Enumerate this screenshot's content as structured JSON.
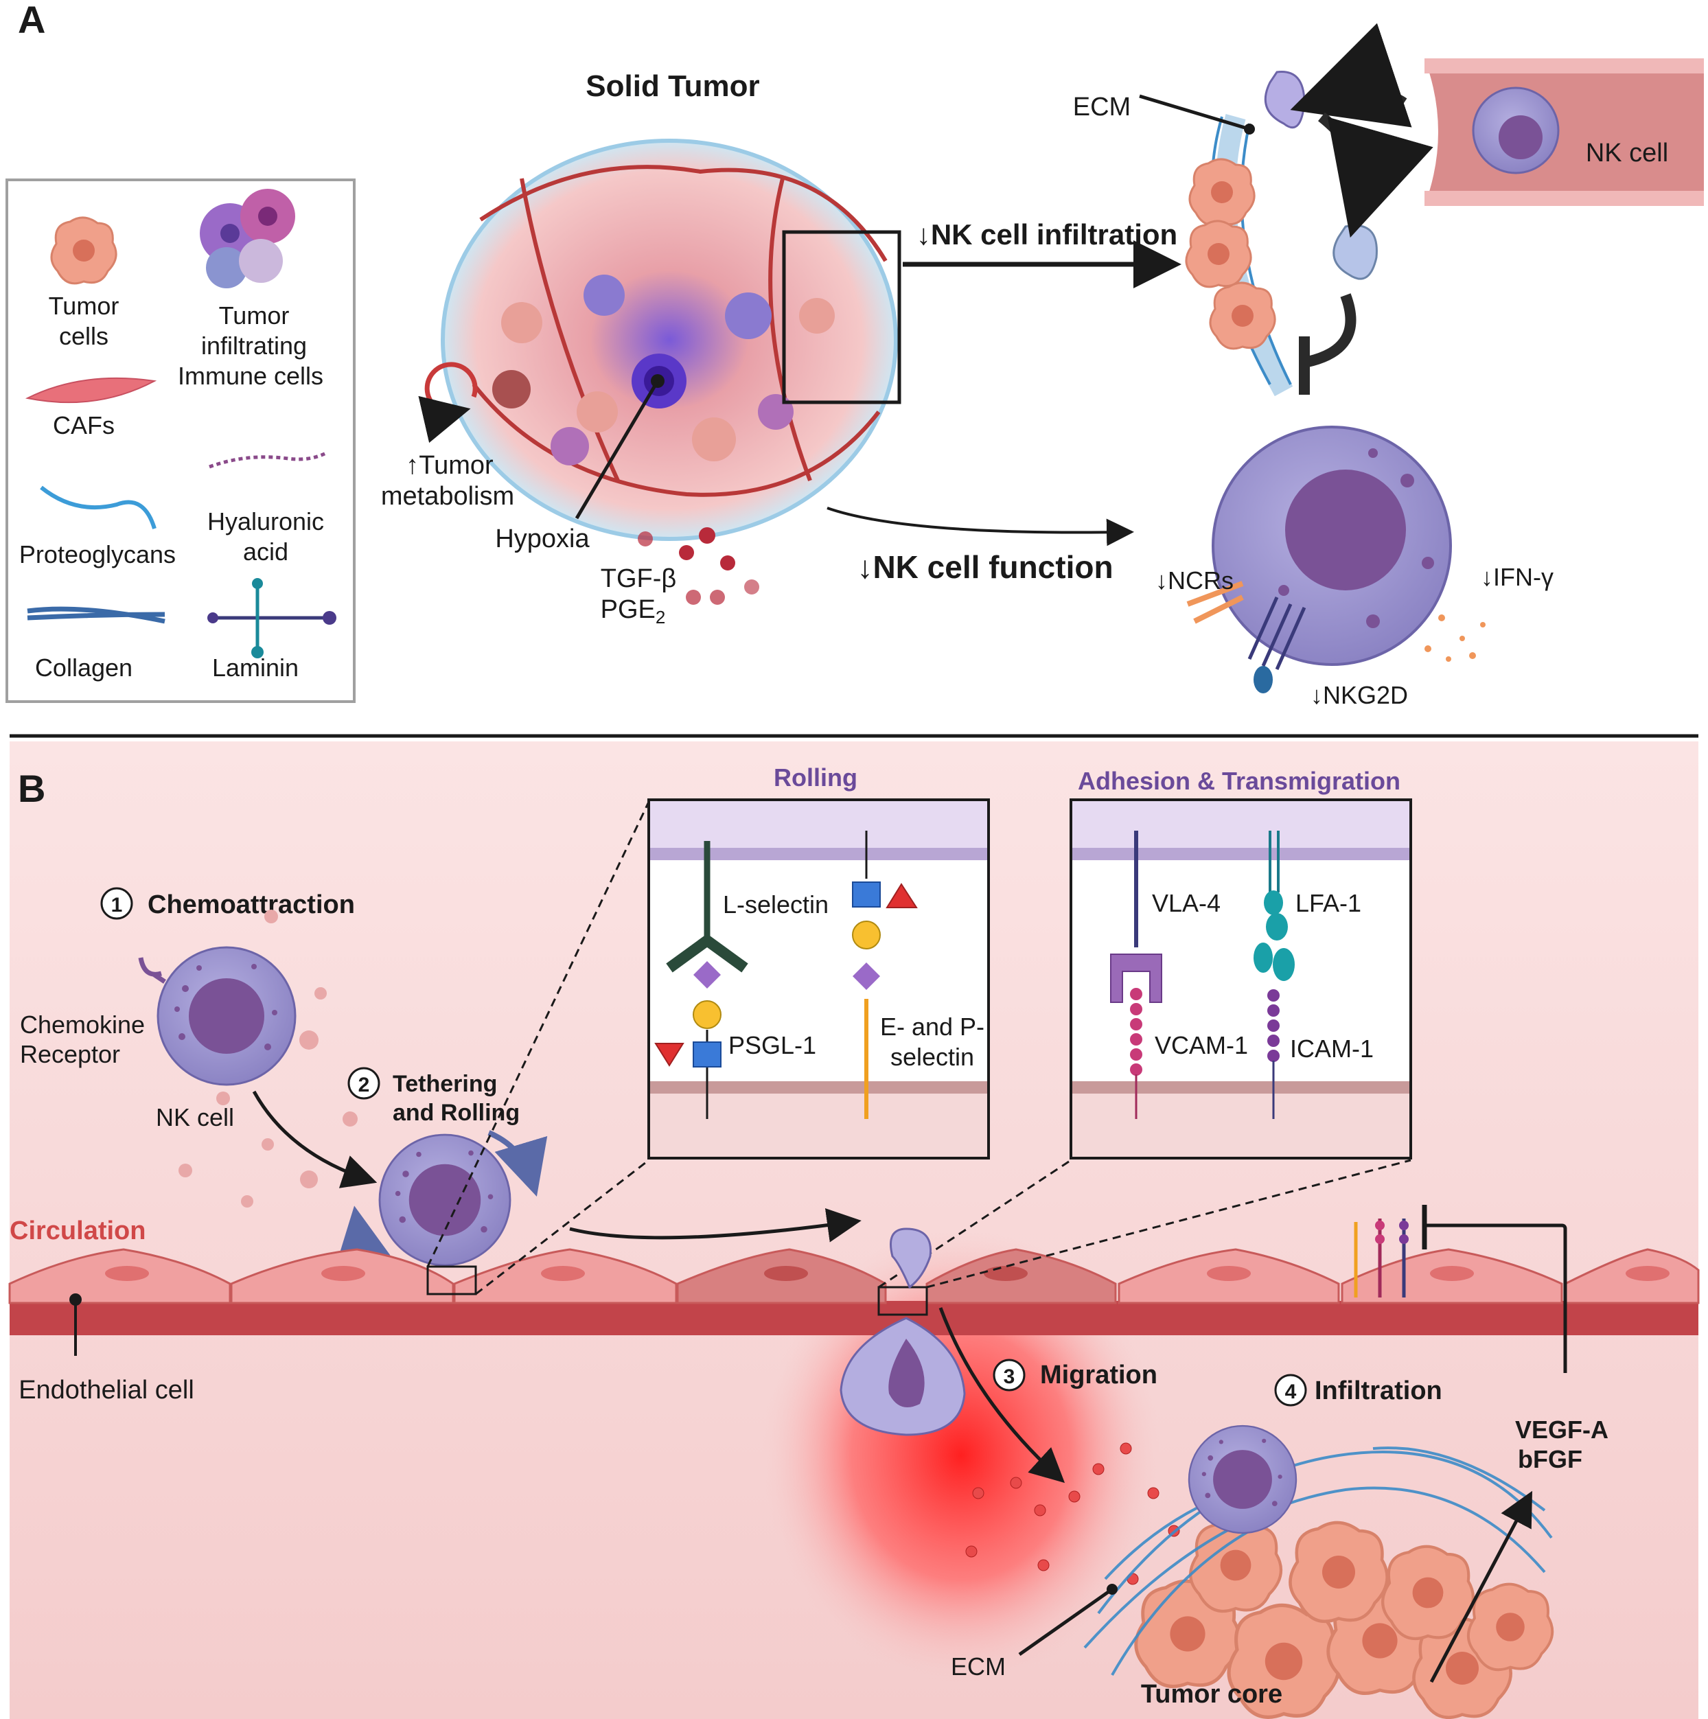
{
  "panelA": {
    "label": "A",
    "tumor_title": "Solid Tumor",
    "legend": {
      "tumor_cells": [
        "Tumor",
        "cells"
      ],
      "immune_cells": [
        "Tumor",
        "infiltrating",
        "Immune cells"
      ],
      "cafs": "CAFs",
      "hyaluronic": [
        "Hyaluronic",
        "acid"
      ],
      "proteoglycans": "Proteoglycans",
      "collagen": "Collagen",
      "laminin": "Laminin"
    },
    "metabolism": [
      "↑Tumor",
      "metabolism"
    ],
    "hypoxia": "Hypoxia",
    "tgf": "TGF-β",
    "pge": "PGE",
    "pge_sub": "2",
    "infiltration": "↓NK cell infiltration",
    "function": "↓NK cell function",
    "ecm": "ECM",
    "nk_cell": "NK cell",
    "ncrs": "↓NCRs",
    "ifn": "↓IFN-γ",
    "nkg2d": "↓NKG2D"
  },
  "panelB": {
    "label": "B",
    "step1_num": "1",
    "step1": "Chemoattraction",
    "chemokine": [
      "Chemokine",
      "Receptor"
    ],
    "nk_cell": "NK cell",
    "step2_num": "2",
    "step2": [
      "Tethering",
      "and Rolling"
    ],
    "circulation": "Circulation",
    "endothelial": "Endothelial cell",
    "rolling_title": "Rolling",
    "l_selectin": "L-selectin",
    "psgl": "PSGL-1",
    "ep_selectin": [
      "E- and P-",
      "selectin"
    ],
    "adhesion_title": "Adhesion & Transmigration",
    "vla4": "VLA-4",
    "lfa1": "LFA-1",
    "vcam": "VCAM-1",
    "icam": "ICAM-1",
    "step3_num": "3",
    "step3": "Migration",
    "step4_num": "4",
    "step4": "Infiltration",
    "vegf": [
      "VEGF-A",
      "bFGF"
    ],
    "ecm": "ECM",
    "tumor_core": "Tumor core"
  },
  "colors": {
    "tumor": "#f0a08a",
    "nk": "#9a92cc",
    "nk_nucleus": "#7a5296",
    "endothelium": "#d9565a",
    "vessel": "#e79a9a",
    "ecm_fibers": "#3c8cc8",
    "chemokine_red": "#ff3030",
    "title_purple": "#6a4a9a"
  }
}
